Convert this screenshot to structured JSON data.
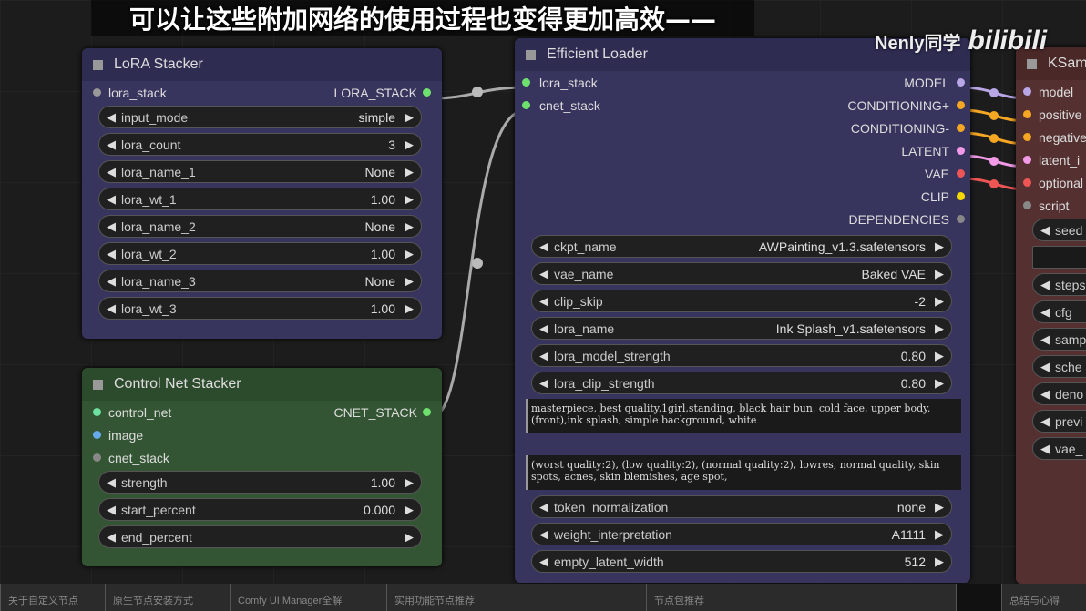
{
  "watermark": {
    "author": "Nenly同学",
    "brand": "bilibili"
  },
  "subtitle": "可以让这些附加网络的使用过程也变得更加高效——",
  "lora_stacker": {
    "title": "LoRA Stacker",
    "input": "lora_stack",
    "output": "LORA_STACK",
    "widgets": [
      {
        "label": "input_mode",
        "value": "simple"
      },
      {
        "label": "lora_count",
        "value": "3"
      },
      {
        "label": "lora_name_1",
        "value": "None"
      },
      {
        "label": "lora_wt_1",
        "value": "1.00"
      },
      {
        "label": "lora_name_2",
        "value": "None"
      },
      {
        "label": "lora_wt_2",
        "value": "1.00"
      },
      {
        "label": "lora_name_3",
        "value": "None"
      },
      {
        "label": "lora_wt_3",
        "value": "1.00"
      }
    ]
  },
  "control_net_stacker": {
    "title": "Control Net Stacker",
    "inputs": [
      {
        "label": "control_net",
        "color": "#6ee0a0"
      },
      {
        "label": "image",
        "color": "#66aaee"
      },
      {
        "label": "cnet_stack",
        "color": "#888888"
      }
    ],
    "output": "CNET_STACK",
    "widgets": [
      {
        "label": "strength",
        "value": "1.00"
      },
      {
        "label": "start_percent",
        "value": "0.000"
      },
      {
        "label": "end_percent",
        "value": ""
      }
    ]
  },
  "efficient_loader": {
    "title": "Efficient Loader",
    "inputs": [
      "lora_stack",
      "cnet_stack"
    ],
    "outputs": [
      {
        "label": "MODEL",
        "color": "#b9a6e6"
      },
      {
        "label": "CONDITIONING+",
        "color": "#f5a623"
      },
      {
        "label": "CONDITIONING-",
        "color": "#f5a623"
      },
      {
        "label": "LATENT",
        "color": "#f09ae8"
      },
      {
        "label": "VAE",
        "color": "#ee5555"
      },
      {
        "label": "CLIP",
        "color": "#f5d800"
      },
      {
        "label": "DEPENDENCIES",
        "color": "#888888"
      }
    ],
    "widgets": [
      {
        "label": "ckpt_name",
        "value": "AWPainting_v1.3.safetensors"
      },
      {
        "label": "vae_name",
        "value": "Baked VAE"
      },
      {
        "label": "clip_skip",
        "value": "-2"
      },
      {
        "label": "lora_name",
        "value": "Ink Splash_v1.safetensors"
      },
      {
        "label": "lora_model_strength",
        "value": "0.80"
      },
      {
        "label": "lora_clip_strength",
        "value": "0.80"
      }
    ],
    "positive_prompt": "masterpiece, best quality,1girl,standing, black hair bun, cold face, upper body, (front),ink splash, simple background, white",
    "negative_prompt": "(worst quality:2), (low quality:2), (normal quality:2), lowres, normal quality, skin spots, acnes, skin blemishes, age spot,",
    "widgets2": [
      {
        "label": "token_normalization",
        "value": "none"
      },
      {
        "label": "weight_interpretation",
        "value": "A1111"
      },
      {
        "label": "empty_latent_width",
        "value": "512"
      }
    ]
  },
  "ksampler": {
    "title": "KSam",
    "inputs": [
      {
        "label": "model",
        "color": "#b9a6e6"
      },
      {
        "label": "positive",
        "color": "#f5a623"
      },
      {
        "label": "negative",
        "color": "#f5a623"
      },
      {
        "label": "latent_i",
        "color": "#f09ae8"
      },
      {
        "label": "optional",
        "color": "#ee5555"
      },
      {
        "label": "script",
        "color": "#888888"
      }
    ],
    "widgets": [
      "seed",
      "",
      "steps",
      "cfg",
      "samp",
      "sche",
      "deno",
      "previ",
      "vae_"
    ]
  },
  "chapters": [
    "关于自定义节点",
    "原生节点安装方式",
    "Comfy UI Manager全解",
    "实用功能节点推荐",
    "节点包推荐",
    "",
    "总结与心得"
  ]
}
